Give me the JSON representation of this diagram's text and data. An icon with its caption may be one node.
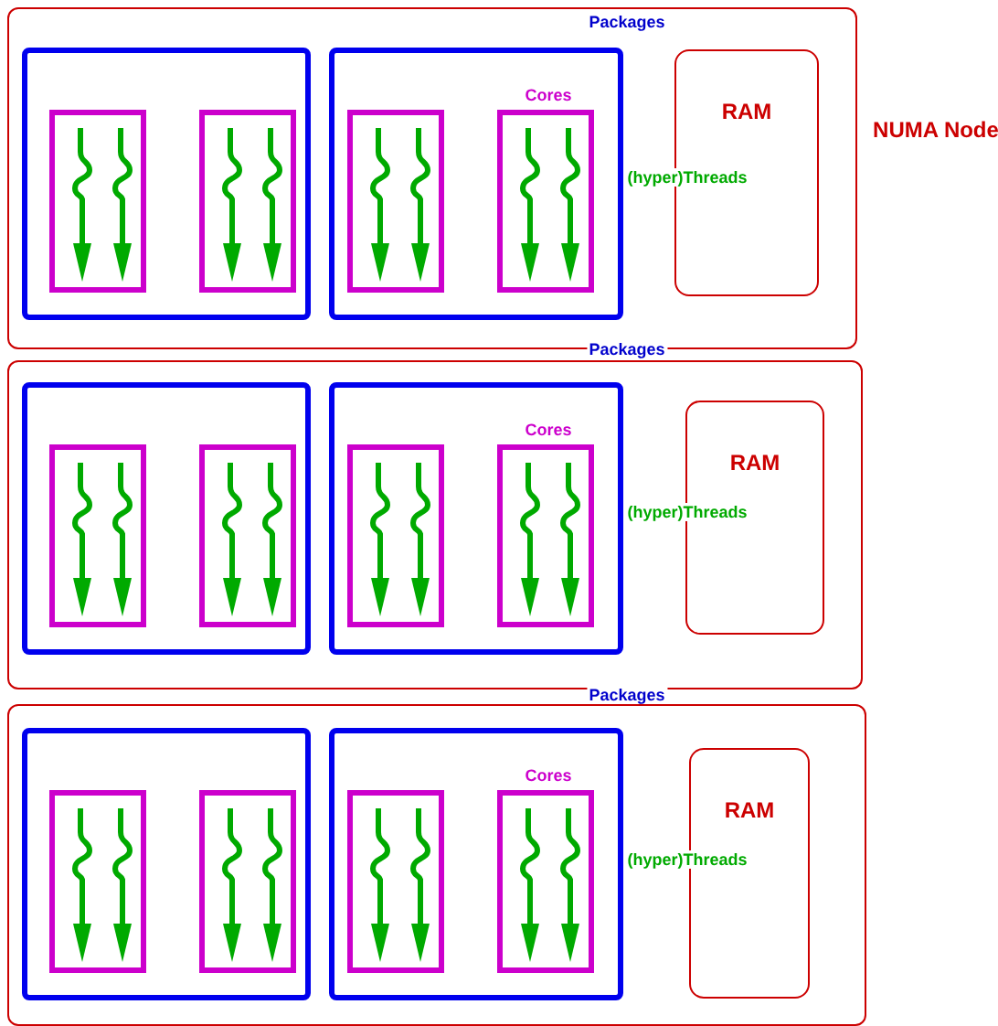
{
  "diagram": {
    "nodes": [
      {
        "text": [],
        "shape": "box"
      },
      {
        "text": [],
        "shape": "box",
        "in": 0
      },
      {
        "text": [],
        "shape": "box",
        "in": 1
      },
      {
        "text": [],
        "shape": "box",
        "in": 1
      },
      {
        "text": [],
        "shape": "box",
        "in": 0
      },
      {
        "text": [],
        "shape": "box",
        "in": 4
      },
      {
        "text": [],
        "shape": "box",
        "in": 4
      },
      {
        "text": [
          "RAM"
        ],
        "in": 0
      },
      {
        "text": [],
        "shape": "box"
      },
      {
        "text": [],
        "shape": "box",
        "in": 8
      },
      {
        "text": [],
        "shape": "box",
        "in": 9
      },
      {
        "text": [],
        "shape": "box",
        "in": 9
      },
      {
        "text": [],
        "shape": "box",
        "in": 8
      },
      {
        "text": [],
        "shape": "box",
        "in": 12
      },
      {
        "text": [],
        "shape": "box",
        "in": 12
      },
      {
        "text": [
          "RAM"
        ],
        "in": 8
      },
      {
        "text": [],
        "shape": "box"
      },
      {
        "text": [],
        "shape": "box",
        "in": 16
      },
      {
        "text": [],
        "shape": "box",
        "in": 17
      },
      {
        "text": [],
        "shape": "box",
        "in": 17
      },
      {
        "text": [],
        "shape": "box",
        "in": 16
      },
      {
        "text": [],
        "shape": "box",
        "in": 20
      },
      {
        "text": [],
        "shape": "box",
        "in": 20
      },
      {
        "text": [
          "RAM"
        ],
        "in": 16
      }
    ],
    "edges": [],
    "labels": [
      "Packages",
      "Cores",
      "NUMA Node",
      "(hyper)Threads",
      "Packages",
      "Cores",
      "(hyper)Threads",
      "Packages",
      "Cores",
      "(hyper)Threads"
    ]
  }
}
